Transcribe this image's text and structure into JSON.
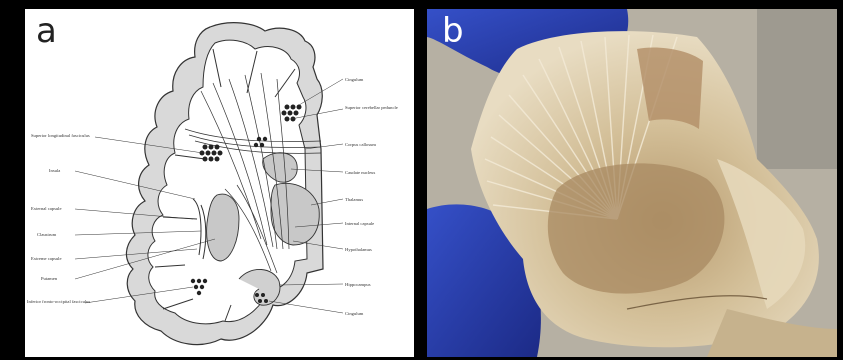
{
  "panels": {
    "a": {
      "letter": "a",
      "labels": {
        "right": [
          "Cingulum",
          "Superior cerebellar peduncle",
          "Corpus callosum",
          "Caudate nucleus",
          "Thalamus",
          "Internal capsule",
          "Hypothalamus",
          "Hippocampus",
          "Cingulum"
        ],
        "left": [
          "Superior longitudinal fasciculus",
          "Insula",
          "External capsule",
          "Claustrum",
          "Extreme capsule",
          "Putamen",
          "Inferior fronto-occipital fasciculus"
        ]
      }
    },
    "b": {
      "letter": "b"
    }
  },
  "colors": {
    "background": "#000000",
    "diagram_bg": "#ffffff",
    "cortex_fill": "#d9d9d9",
    "line": "#333333",
    "glove": "#2a3fb0",
    "brain_tissue": "#d8c8a8"
  }
}
